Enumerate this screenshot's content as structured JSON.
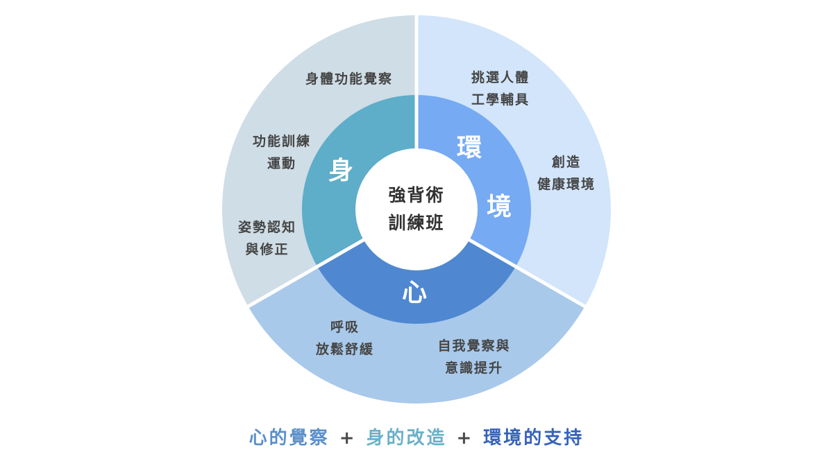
{
  "center": {
    "line1": "強背術",
    "line2": "訓練班"
  },
  "segments": {
    "body": {
      "label": "身",
      "items": [
        {
          "lines": [
            "身體功能覺察"
          ]
        },
        {
          "lines": [
            "功能訓練",
            "運動"
          ]
        },
        {
          "lines": [
            "姿勢認知",
            "與修正"
          ]
        }
      ]
    },
    "environment": {
      "label_line1": "環",
      "label_line2": "境",
      "items": [
        {
          "lines": [
            "挑選人體",
            "工學輔具"
          ]
        },
        {
          "lines": [
            "創造",
            "健康環境"
          ]
        }
      ]
    },
    "mind": {
      "label": "心",
      "items": [
        {
          "lines": [
            "呼吸",
            "放鬆舒緩"
          ]
        },
        {
          "lines": [
            "自我覺察與",
            "意識提升"
          ]
        }
      ]
    }
  },
  "caption": {
    "mind": "心的覺察",
    "plus1": "+",
    "body": "身的改造",
    "plus2": "+",
    "environment": "環境的支持"
  },
  "colors": {
    "body_outer": "#cfdde6",
    "body_middle": "#5eadc9",
    "environment_outer": "#d2e5fa",
    "environment_middle": "#76aaf2",
    "mind_outer": "#a9c9ea",
    "mind_middle": "#4f88d0",
    "center": "#ffffff"
  }
}
